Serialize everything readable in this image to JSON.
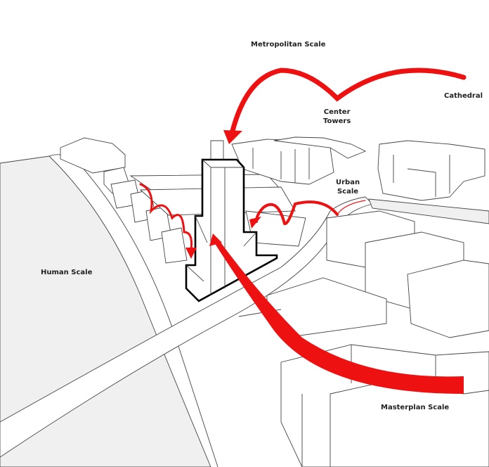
{
  "labels": {
    "metropolitan": "Metropolitan Scale",
    "cathedral": "Cathedral",
    "center_towers_1": "Center",
    "center_towers_2": "Towers",
    "urban_1": "Urban",
    "urban_2": "Scale",
    "human": "Human Scale",
    "masterplan": "Masterplan Scale"
  },
  "colors": {
    "arrow": "#ee1111",
    "line": "#444444",
    "ground": "#f0f0f0"
  }
}
